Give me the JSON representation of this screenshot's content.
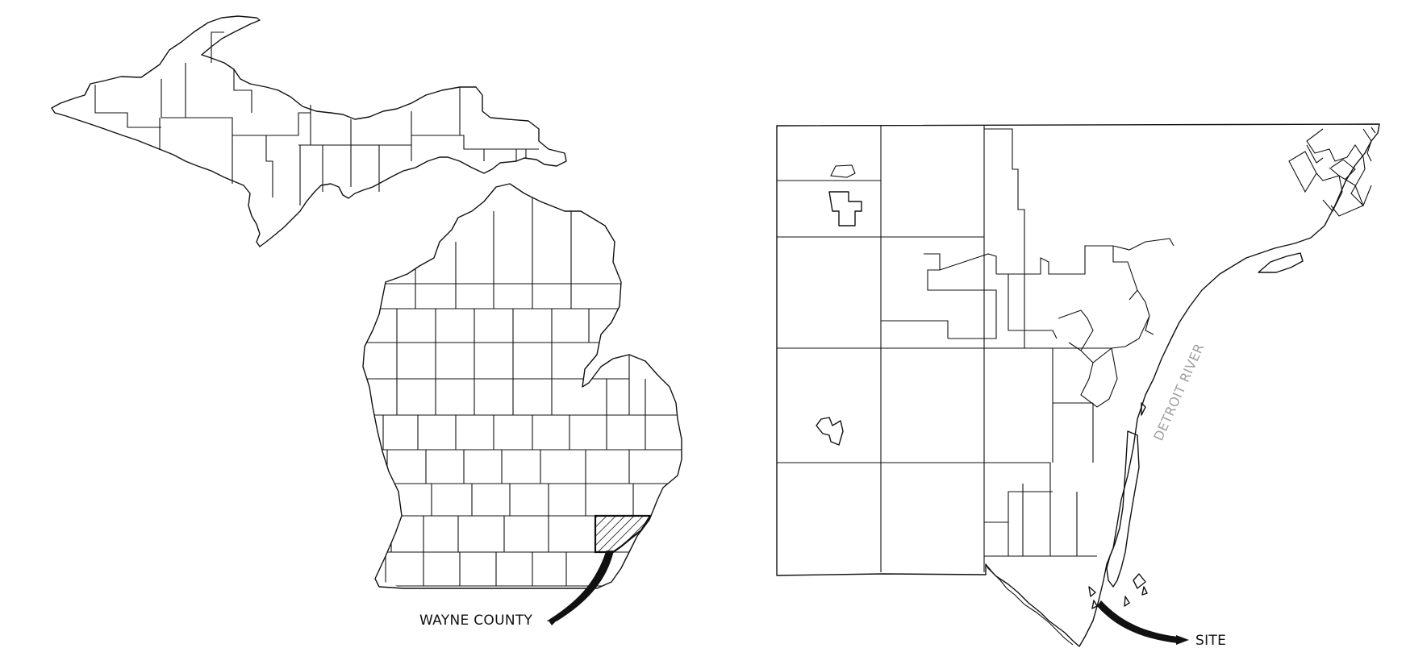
{
  "labels": {
    "wayne_county": "WAYNE COUNTY",
    "site": "SITE",
    "detroit_river": "DETROIT RIVER"
  },
  "colors": {
    "line": "#111111",
    "background": "#ffffff",
    "river_label": "#a0a0a0"
  },
  "icons": {
    "highlight": "hatched-county",
    "pointer": "curved-arrow"
  }
}
